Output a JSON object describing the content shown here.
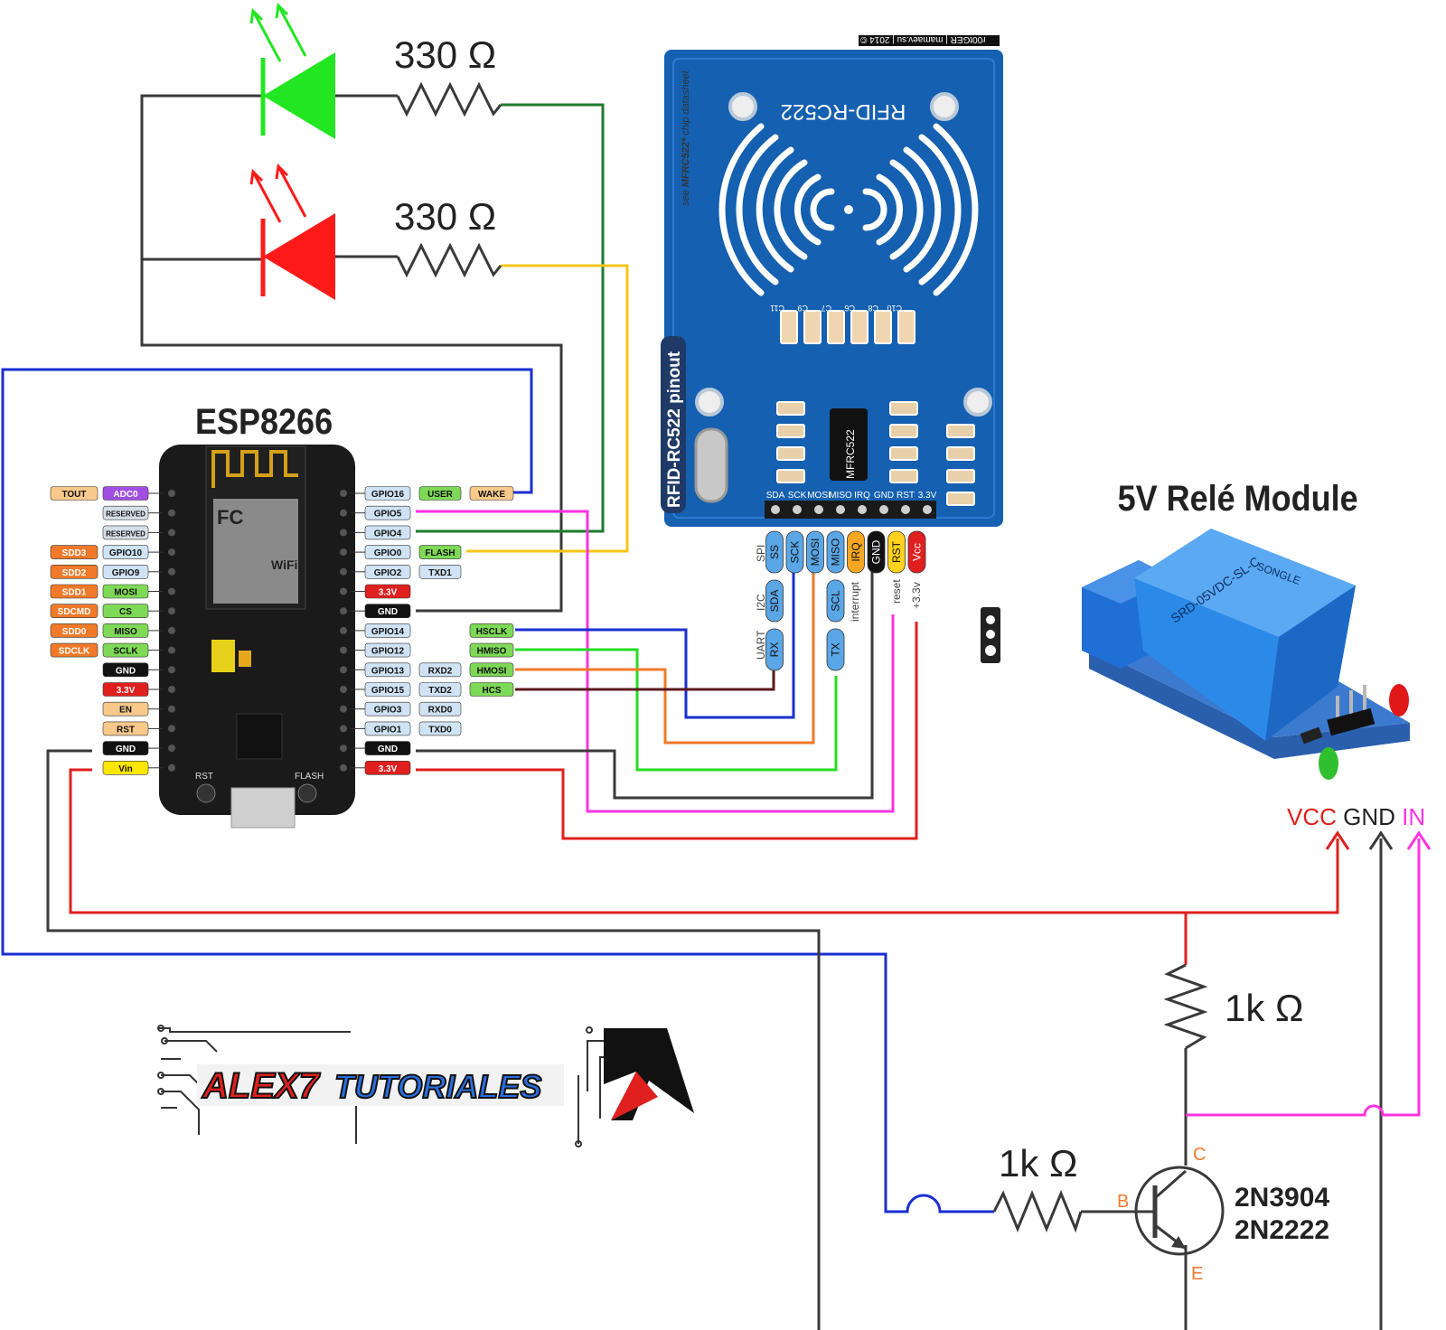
{
  "titles": {
    "esp": "ESP8266",
    "relay": "5V Relé Module",
    "rfid_vertical": "RFID-RC522 pinout",
    "datasheet_prefix": "see ",
    "datasheet_chip": "MFRC522*",
    "datasheet_suffix": " chip datasheet",
    "rfid_board": "RFID-RC522",
    "rfid_chip": "MFRC522",
    "copyright": "r00tGER | mamaev.su | 2014 ©",
    "logo_left": "ALEX7",
    "logo_right": "TUTORIALES"
  },
  "resistors": {
    "led_green": "330 Ω",
    "led_red": "330 Ω",
    "collector": "1k Ω",
    "base": "1k Ω"
  },
  "transistor": {
    "model_a": "2N3904",
    "model_b": "2N2222",
    "c": "C",
    "b": "B",
    "e": "E"
  },
  "relay_pins": {
    "vcc": "VCC",
    "gnd": "GND",
    "in": "IN",
    "label": "VCC GND IN",
    "relay_text": "SRD-05VDC-SL-C",
    "brand": "SONGLE"
  },
  "esp_left_pins": [
    {
      "a": "TOUT",
      "b": "ADC0",
      "ca": "#f8c98a",
      "cb": "#a14fe0"
    },
    {
      "a": "",
      "b": "RESERVED",
      "ca": "",
      "cb": "#d6dfe8"
    },
    {
      "a": "",
      "b": "RESERVED",
      "ca": "",
      "cb": "#d6dfe8"
    },
    {
      "a": "SDD3",
      "b": "GPIO10",
      "ca": "#f07a2a",
      "cb": "#cfe3f5"
    },
    {
      "a": "SDD2",
      "b": "GPIO9",
      "ca": "#f07a2a",
      "cb": "#cfe3f5"
    },
    {
      "a": "SDD1",
      "b": "MOSI",
      "ca": "#f07a2a",
      "cb": "#7ed957"
    },
    {
      "a": "SDCMD",
      "b": "CS",
      "ca": "#f07a2a",
      "cb": "#7ed957"
    },
    {
      "a": "SDD0",
      "b": "MISO",
      "ca": "#f07a2a",
      "cb": "#7ed957"
    },
    {
      "a": "SDCLK",
      "b": "SCLK",
      "ca": "#f07a2a",
      "cb": "#7ed957"
    },
    {
      "a": "",
      "b": "GND",
      "ca": "",
      "cb": "#111111"
    },
    {
      "a": "",
      "b": "3.3V",
      "ca": "",
      "cb": "#e0201e"
    },
    {
      "a": "",
      "b": "EN",
      "ca": "",
      "cb": "#f8c98a"
    },
    {
      "a": "",
      "b": "RST",
      "ca": "",
      "cb": "#f8c98a"
    },
    {
      "a": "",
      "b": "GND",
      "ca": "",
      "cb": "#111111"
    },
    {
      "a": "",
      "b": "Vin",
      "ca": "",
      "cb": "#ffe600"
    }
  ],
  "esp_right_pins": [
    {
      "a": "GPIO16",
      "b": "USER",
      "c": "WAKE",
      "cb": "#7ed957",
      "cc": "#f8c98a"
    },
    {
      "a": "GPIO5",
      "b": "",
      "c": "",
      "cb": "",
      "cc": ""
    },
    {
      "a": "GPIO4",
      "b": "",
      "c": "",
      "cb": "",
      "cc": ""
    },
    {
      "a": "GPIO0",
      "b": "FLASH",
      "c": "",
      "cb": "#7ed957",
      "cc": ""
    },
    {
      "a": "GPIO2",
      "b": "TXD1",
      "c": "",
      "cb": "#cfe3f5",
      "cc": ""
    },
    {
      "a": "3.3V",
      "b": "",
      "c": "",
      "cb": "",
      "cc": "",
      "special": "#e0201e"
    },
    {
      "a": "GND",
      "b": "",
      "c": "",
      "cb": "",
      "cc": "",
      "special": "#111111"
    },
    {
      "a": "GPIO14",
      "b": "",
      "c": "HSCLK",
      "cb": "",
      "cc": "#7ed957"
    },
    {
      "a": "GPIO12",
      "b": "",
      "c": "HMISO",
      "cb": "",
      "cc": "#7ed957"
    },
    {
      "a": "GPIO13",
      "b": "RXD2",
      "c": "HMOSI",
      "cb": "#cfe3f5",
      "cc": "#7ed957"
    },
    {
      "a": "GPIO15",
      "b": "TXD2",
      "c": "HCS",
      "cb": "#cfe3f5",
      "cc": "#7ed957"
    },
    {
      "a": "GPIO3",
      "b": "RXD0",
      "c": "",
      "cb": "#cfe3f5",
      "cc": ""
    },
    {
      "a": "GPIO1",
      "b": "TXD0",
      "c": "",
      "cb": "#cfe3f5",
      "cc": ""
    },
    {
      "a": "GND",
      "b": "",
      "c": "",
      "cb": "",
      "cc": "",
      "special": "#111111"
    },
    {
      "a": "3.3V",
      "b": "",
      "c": "",
      "cb": "",
      "cc": "",
      "special": "#e0201e"
    }
  ],
  "rfid_pins": [
    {
      "top": "SS",
      "mid": "SDA",
      "bot": "RX",
      "color": "#5aa6e6"
    },
    {
      "top": "SCK",
      "mid": "",
      "bot": "",
      "color": "#5aa6e6"
    },
    {
      "top": "MOSI",
      "mid": "",
      "bot": "",
      "color": "#5aa6e6"
    },
    {
      "top": "MISO",
      "mid": "SCL",
      "bot": "TX",
      "color": "#5aa6e6"
    },
    {
      "top": "IRQ",
      "mid": "",
      "bot": "",
      "color": "#f5a623"
    },
    {
      "top": "GND",
      "mid": "",
      "bot": "",
      "color": "#111111"
    },
    {
      "top": "RST",
      "mid": "",
      "bot": "",
      "color": "#ffd21e"
    },
    {
      "top": "Vcc",
      "mid": "",
      "bot": "",
      "color": "#e0201e"
    }
  ],
  "rfid_side": {
    "spi": "SPI",
    "i2c": "I2C",
    "uart": "UART",
    "interrupt": "interrupt",
    "reset": "reset",
    "v33": "+3.3v"
  },
  "rfid_header_labels": [
    "SDA",
    "SCK",
    "MOSI",
    "MISO",
    "IRQ",
    "GND",
    "RST",
    "3.3V"
  ],
  "rfid_caps": [
    "C11",
    "C9",
    "C7",
    "C6",
    "C8",
    "C10"
  ],
  "colors": {
    "green_wire": "#1e7a2e",
    "yellow_wire": "#f5c518",
    "blue_wire": "#1a2fd0",
    "red_wire": "#e0201e",
    "magenta_wire": "#ff33e0",
    "board_blue": "#1560b0",
    "led_green": "#22e622",
    "led_red": "#ff1a1a"
  }
}
